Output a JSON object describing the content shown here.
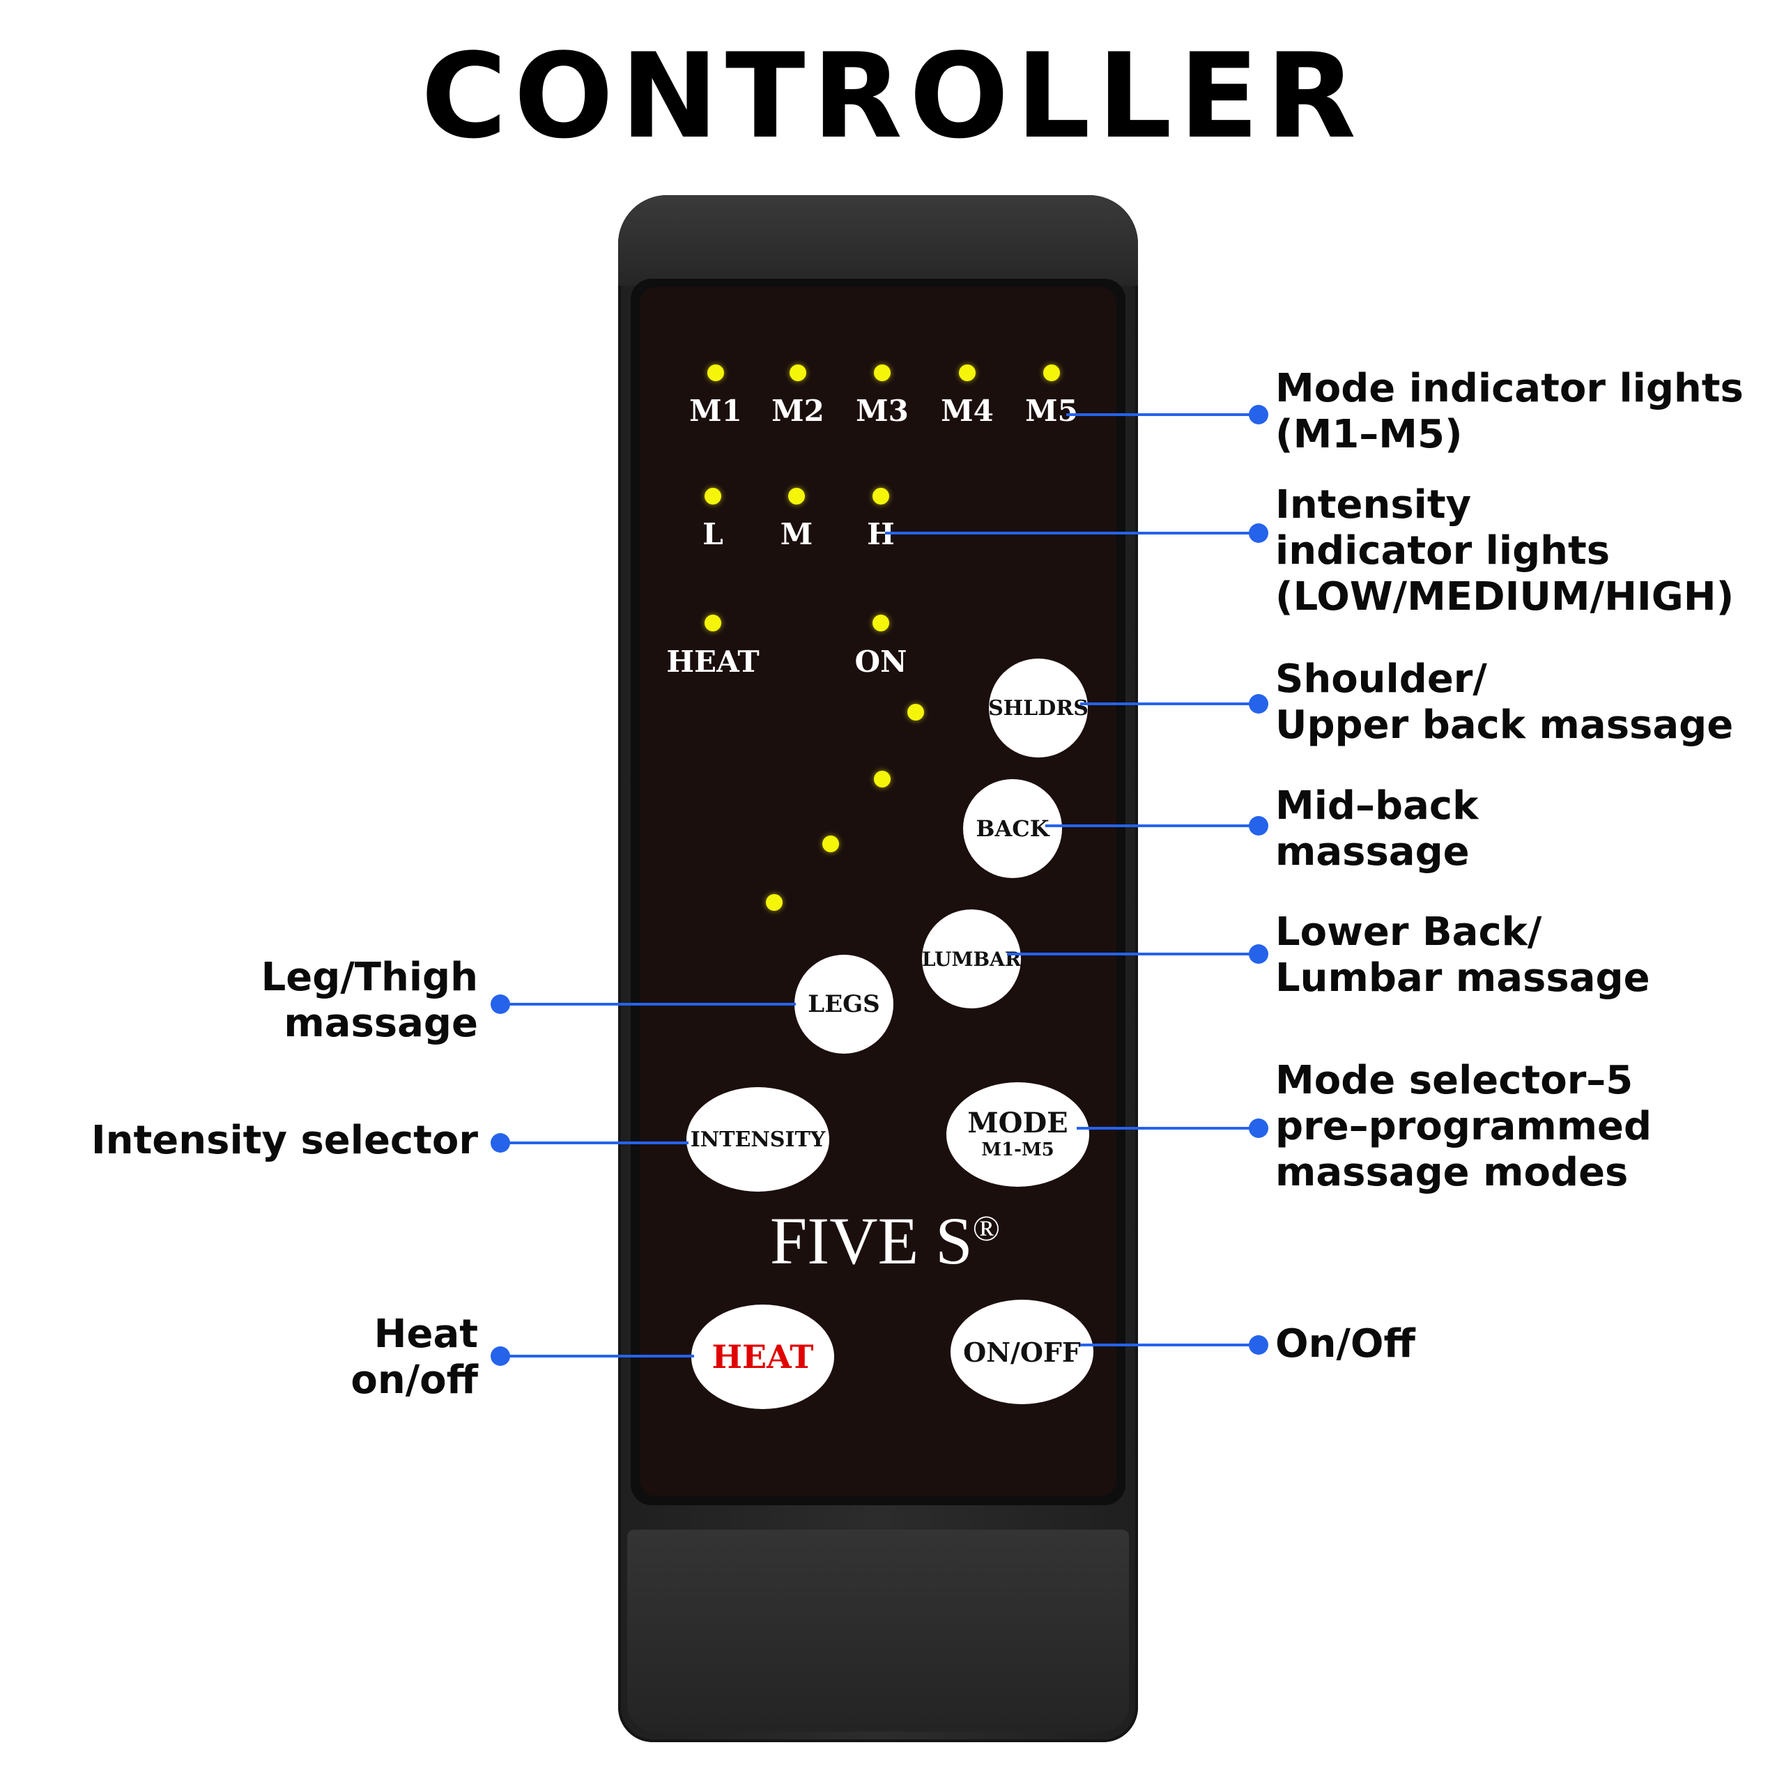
{
  "title": "CONTROLLER",
  "remote": {
    "mode_labels": [
      "M1",
      "M2",
      "M3",
      "M4",
      "M5"
    ],
    "intensity_labels": [
      "L",
      "M",
      "H"
    ],
    "heat_label": "HEAT",
    "on_label": "ON",
    "buttons": {
      "shoulders": "SHLDRS",
      "back": "BACK",
      "lumbar": "LUMBAR",
      "legs": "LEGS",
      "intensity": "INTENSITY",
      "mode": "MODE",
      "mode_sub": "M1-M5",
      "heat": "HEAT",
      "onoff": "ON/OFF"
    },
    "brand": "FIVE S",
    "brand_mark": "®",
    "led_color": "#f5f50a",
    "heat_text_color": "#e00000"
  },
  "annotations": {
    "mode_lights": [
      "Mode indicator lights",
      "(M1–M5)"
    ],
    "intensity_lights": [
      "Intensity",
      "indicator lights",
      "(LOW/MEDIUM/HIGH)"
    ],
    "shoulder": [
      "Shoulder/",
      "Upper back massage"
    ],
    "midback": [
      "Mid–back",
      "massage"
    ],
    "lumbar": [
      "Lower Back/",
      "Lumbar massage"
    ],
    "mode_selector": [
      "Mode selector–5",
      "pre–programmed",
      "massage modes"
    ],
    "onoff": [
      "On/Off"
    ],
    "legs": [
      "Leg/Thigh",
      "massage"
    ],
    "intensity_selector": [
      "Intensity selector"
    ],
    "heat": [
      "Heat",
      "on/off"
    ]
  },
  "accent_color": "#2563eb"
}
